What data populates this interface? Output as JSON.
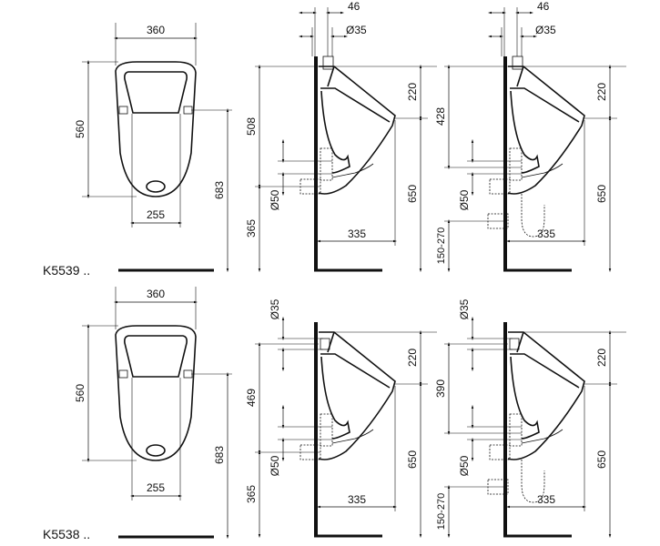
{
  "models": [
    {
      "code": "K5539 ..",
      "front": {
        "width": "360",
        "height": "560",
        "outlet_spacing": "255",
        "mount_height": "683"
      },
      "side_a": {
        "top_offset": "46",
        "inlet_diameter": "Ø35",
        "inlet_to_outlet": "508",
        "outlet_height": "365",
        "outlet_diameter": "Ø50",
        "rim_drop": "220",
        "rim_height": "650",
        "projection": "335"
      },
      "side_b": {
        "top_offset": "46",
        "inlet_diameter": "Ø35",
        "inlet_to_outlet": "428",
        "outlet_diameter": "Ø50",
        "trap_height": "150-270",
        "rim_drop": "220",
        "rim_height": "650",
        "projection": "335"
      }
    },
    {
      "code": "K5538 ..",
      "front": {
        "width": "360",
        "height": "560",
        "outlet_spacing": "255",
        "mount_height": "683"
      },
      "side_a": {
        "inlet_diameter": "Ø35",
        "inlet_to_outlet": "469",
        "outlet_height": "365",
        "outlet_diameter": "Ø50",
        "rim_drop": "220",
        "rim_height": "650",
        "projection": "335"
      },
      "side_b": {
        "inlet_diameter": "Ø35",
        "inlet_to_outlet": "390",
        "outlet_diameter": "Ø50",
        "trap_height": "150-270",
        "rim_drop": "220",
        "rim_height": "650",
        "projection": "335"
      }
    }
  ]
}
